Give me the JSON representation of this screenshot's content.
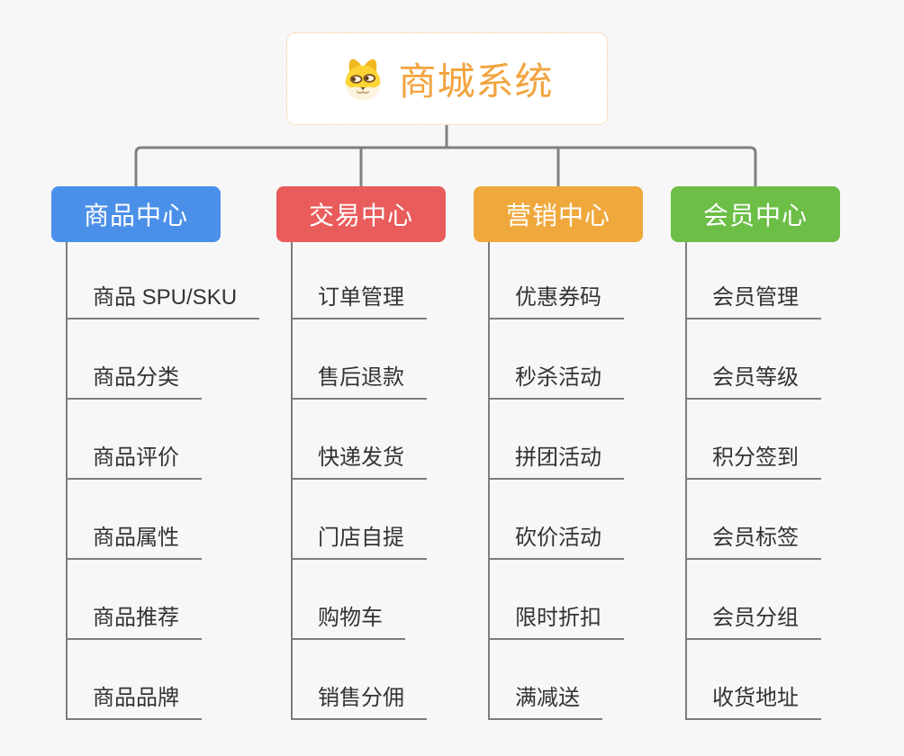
{
  "root": {
    "title": "商城系统",
    "icon": "doge-icon",
    "title_color": "#f2a440",
    "border_color": "#f2c47e",
    "background": "#ffffff"
  },
  "theme": {
    "page_background": "#f7f7f7",
    "connector_color": "#808080",
    "subtopic_line_color": "#7d7d7d",
    "subtopic_text_color": "#333333"
  },
  "branches": [
    {
      "label": "商品中心",
      "color": "#4b90e8",
      "children": [
        "商品 SPU/SKU",
        "商品分类",
        "商品评价",
        "商品属性",
        "商品推荐",
        "商品品牌"
      ]
    },
    {
      "label": "交易中心",
      "color": "#e95c5c",
      "children": [
        "订单管理",
        "售后退款",
        "快递发货",
        "门店自提",
        "购物车",
        "销售分佣"
      ]
    },
    {
      "label": "营销中心",
      "color": "#efa83c",
      "children": [
        "优惠券码",
        "秒杀活动",
        "拼团活动",
        "砍价活动",
        "限时折扣",
        "满减送"
      ]
    },
    {
      "label": "会员中心",
      "color": "#6cbe47",
      "children": [
        "会员管理",
        "会员等级",
        "积分签到",
        "会员标签",
        "会员分组",
        "收货地址"
      ]
    }
  ]
}
